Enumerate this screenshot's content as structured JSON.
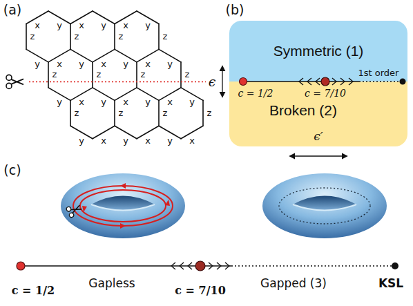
{
  "diagram": {
    "nodes": [
      {
        "text": [
          "Symmetric (1)"
        ]
      },
      {
        "text": [
          "Broken (2)"
        ]
      }
    ],
    "labels": [
      "(a)",
      "x",
      "y",
      "x",
      "y",
      "x",
      "y",
      "z",
      "z",
      "z",
      "z",
      "y",
      "x",
      "y",
      "x",
      "y",
      "x",
      "y",
      "z",
      "z",
      "z",
      "z",
      "y",
      "x",
      "y",
      "x",
      "y",
      "x",
      "y",
      "z",
      "z",
      "z",
      "z",
      "y",
      "x",
      "y",
      "x",
      "y",
      "x",
      "(b)",
      "ϵ",
      "ϵ′",
      "c = 1/2",
      "c = 7/10",
      "1st order",
      "(c)",
      "c = 1/2",
      "Gapless",
      "c = 7/10",
      "Gapped (3)",
      "KSL"
    ]
  }
}
